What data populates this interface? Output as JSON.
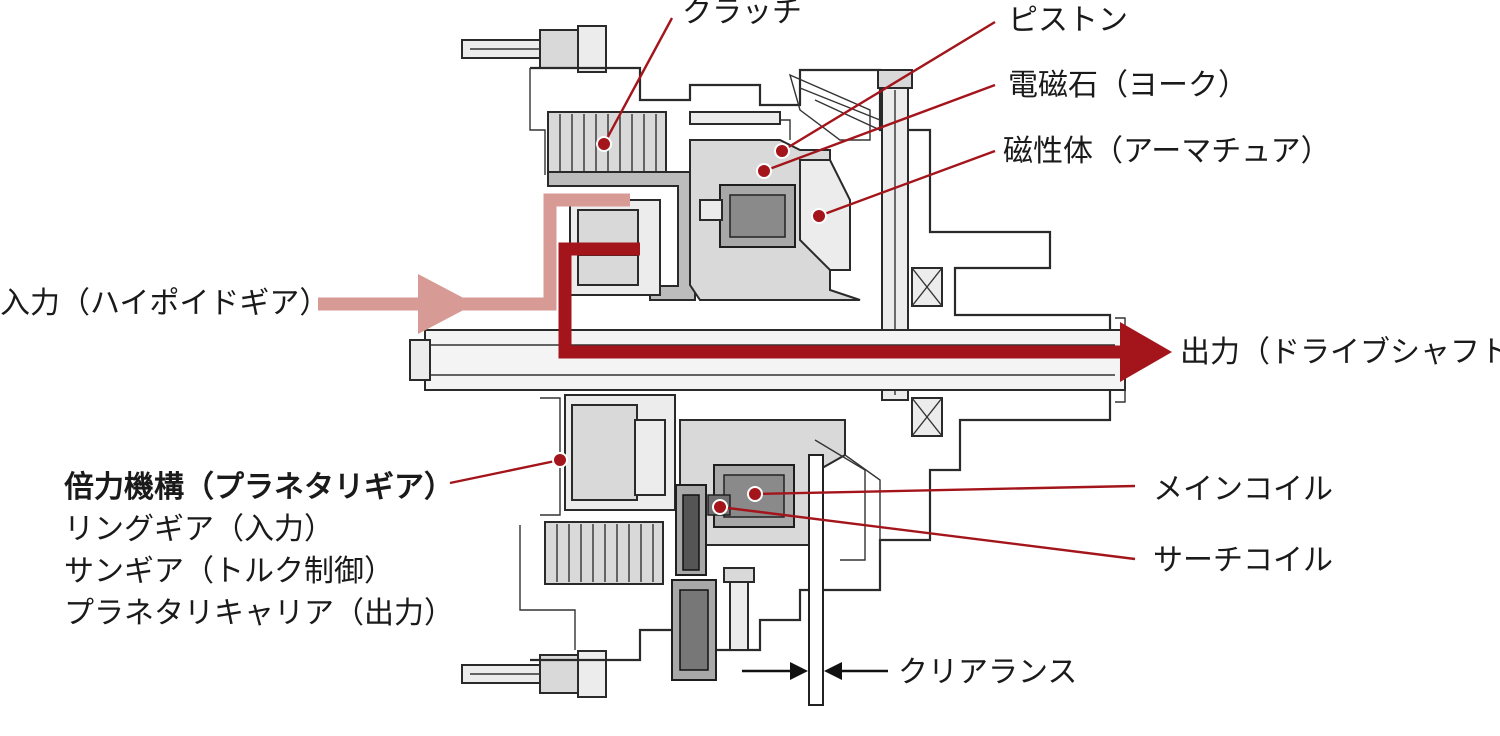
{
  "colors": {
    "leader": "#a3151b",
    "output_path": "#a3151b",
    "input_path": "#d89a94",
    "part_gray": "#d9d9d9",
    "part_dark": "#a8a8a8"
  },
  "labels": {
    "clutch": "クラッチ",
    "piston": "ピストン",
    "yoke": "電磁石（ヨーク）",
    "armature": "磁性体（アーマチュア）",
    "input": "入力（ハイポイドギア）",
    "output": "出力（ドライブシャフト）",
    "planetary_title": "倍力機構（プラネタリギア）",
    "ring_gear": "リングギア（入力）",
    "sun_gear": "サンギア（トルク制御）",
    "planet_carrier": "プラネタリキャリア（出力）",
    "main_coil": "メインコイル",
    "search_coil": "サーチコイル",
    "clearance": "クリアランス"
  }
}
